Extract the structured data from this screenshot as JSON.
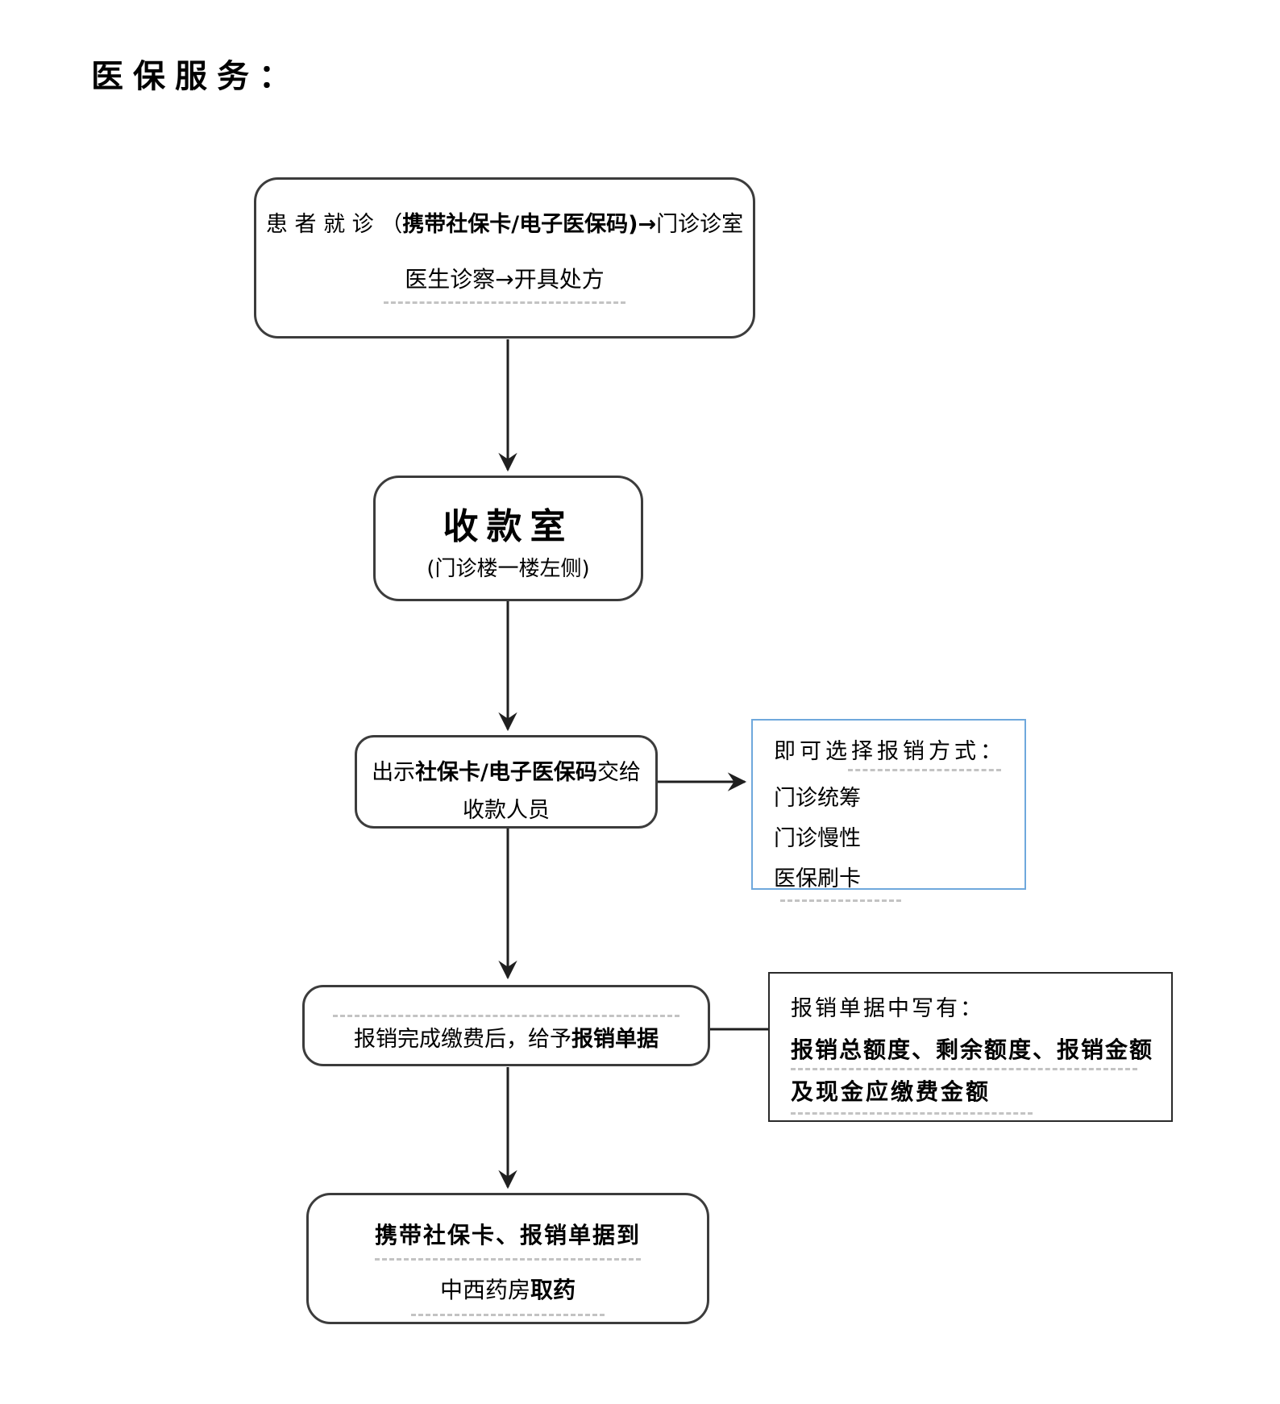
{
  "title": "医保服务：",
  "colors": {
    "line": "#1f1f1f",
    "box_border": "#3c3c3c",
    "blue_border": "#6fa8dc",
    "note_border": "#2a2a2a",
    "text": "#000000",
    "artifact": "#b5b5b5"
  },
  "boxes": {
    "visit": {
      "line1_pre": "患 者 就 诊 （",
      "line1_bold": "携带社保卡/电子医保码)",
      "line1_arrow": "→",
      "line1_post": "门诊诊室",
      "line2": "医生诊察→开具处方"
    },
    "cashier": {
      "title": "收款室",
      "subtitle": "(门诊楼一楼左侧)"
    },
    "show_card": {
      "line1_pre": "出示",
      "line1_bold": "社保卡/电子医保码",
      "line1_post": "交给",
      "line2": "收款人员"
    },
    "options": {
      "heading": "即可选择报销方式：",
      "items": [
        "门诊统筹",
        "门诊慢性",
        "医保刷卡"
      ]
    },
    "receipt": {
      "line1_pre": "报销完成缴费后，给予",
      "line1_bold": "报销单据"
    },
    "receipt_note": {
      "line1": "报销单据中写有：",
      "line2": "报销总额度、剩余额度、报销金额",
      "line3": "及现金应缴费金额"
    },
    "pharmacy": {
      "line1": "携带社保卡、报销单据到",
      "line2_pre": "中西药房",
      "line2_bold": "取药"
    }
  }
}
